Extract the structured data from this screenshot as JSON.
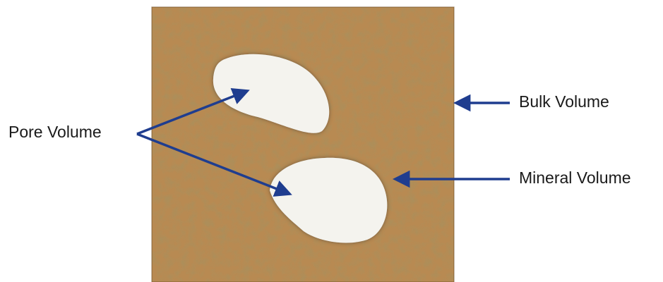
{
  "labels": {
    "pore_volume": "Pore Volume",
    "bulk_volume": "Bulk Volume",
    "mineral_volume": "Mineral Volume"
  },
  "colors": {
    "rock": "#b88a52",
    "rock_dark": "#8a6232",
    "rock_light": "#d2a874",
    "pore": "#f4f3ee",
    "arrow": "#1f3d8f",
    "text": "#1a1a1a"
  }
}
